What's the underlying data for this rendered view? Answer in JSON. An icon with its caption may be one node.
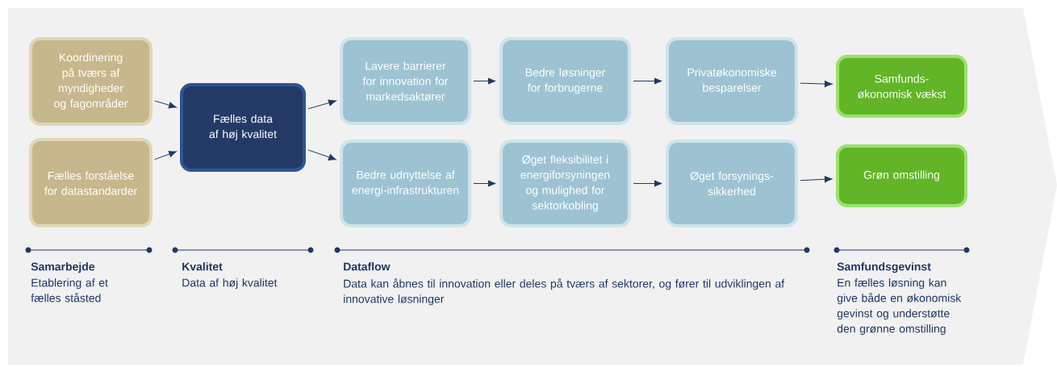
{
  "diagram": {
    "nodes": [
      {
        "text": [
          "Koordinering på tværs af myndigheder og fagområder"
        ]
      },
      {
        "text": [
          "Fælles forståelse for datastandarder"
        ]
      },
      {
        "text": [
          "Fælles data af høj kvalitet"
        ]
      },
      {
        "text": [
          "Lavere barrierer for innovation for markedsaktører"
        ]
      },
      {
        "text": [
          "Bedre løsninger for forbrugerne"
        ]
      },
      {
        "text": [
          "Privatøkonomiske besparelser"
        ]
      },
      {
        "text": [
          "Samfunds-økonomisk vækst"
        ]
      },
      {
        "text": [
          "Bedre udnyttelse af energi-infrastrukturen"
        ]
      },
      {
        "text": [
          "Øget fleksibilitet i energiforsyningen og mulighed for sektorkobling"
        ]
      },
      {
        "text": [
          "Øget forsynings-sikkerhed"
        ]
      },
      {
        "text": [
          "Grøn omstilling"
        ]
      }
    ],
    "edges": [
      {
        "from": 0,
        "to": 2,
        "arrow": "to"
      },
      {
        "from": 1,
        "to": 2,
        "arrow": "to"
      },
      {
        "from": 2,
        "to": 3,
        "arrow": "to"
      },
      {
        "from": 2,
        "to": 7,
        "arrow": "to"
      },
      {
        "from": 3,
        "to": 4,
        "arrow": "to"
      },
      {
        "from": 4,
        "to": 5,
        "arrow": "to"
      },
      {
        "from": 5,
        "to": 6,
        "arrow": "to"
      },
      {
        "from": 7,
        "to": 8,
        "arrow": "to"
      },
      {
        "from": 8,
        "to": 9,
        "arrow": "to"
      },
      {
        "from": 9,
        "to": 10,
        "arrow": "to"
      }
    ],
    "labels": [
      "Samarbejde",
      "Etablering af et fælles ståsted",
      "Kvalitet",
      "Data af høj kvalitet",
      "Dataflow",
      "Data kan åbnes til innovation eller deles på tværs af sektorer, og fører til udviklingen af innovative løsninger",
      "Samfundsgevinst",
      "En fælles løsning kan give både en økonomisk gevinst og understøtte den grønne omstilling"
    ]
  }
}
